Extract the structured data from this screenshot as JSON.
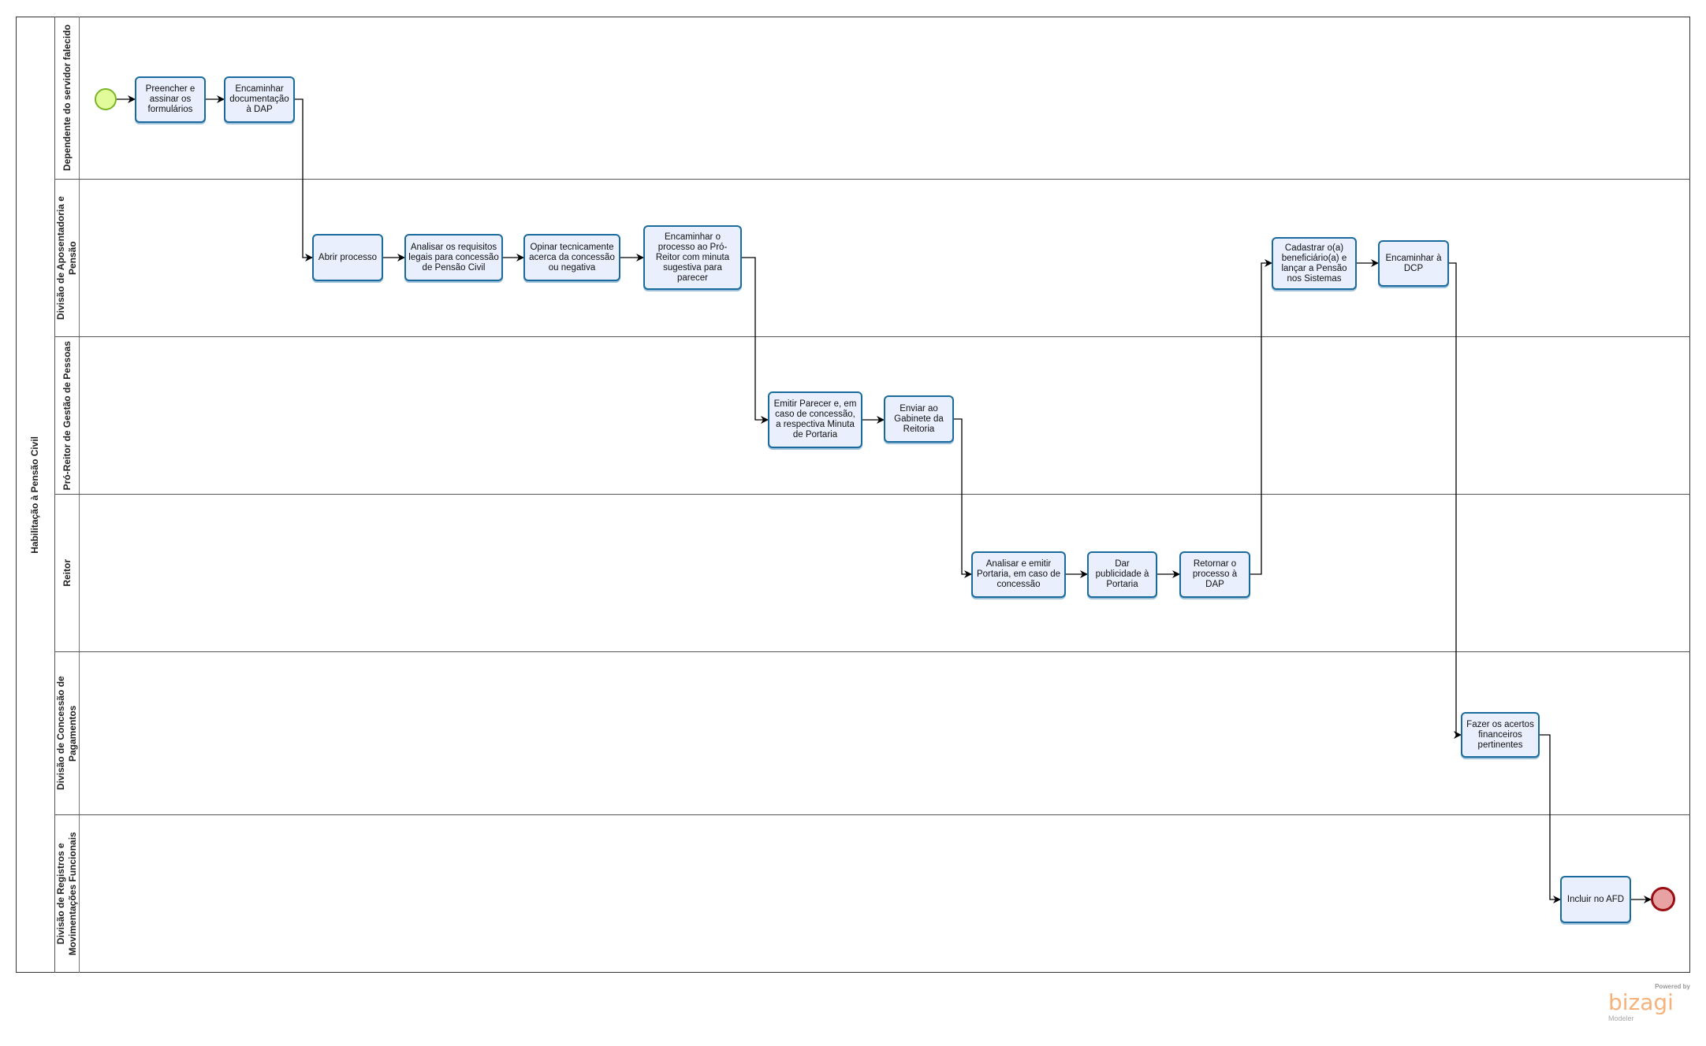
{
  "pool": {
    "title": "Habilitação à Pensão Civil"
  },
  "lanes": [
    {
      "label": "Dependente do servidor falecido"
    },
    {
      "label": "Divisão de Aposentadoria e Pensão"
    },
    {
      "label": "Pró-Reitor de Gestão de Pessoas"
    },
    {
      "label": "Reitor"
    },
    {
      "label": "Divisão de Concessão de Pagamentos"
    },
    {
      "label": "Divisão de Registros e Movimentações Funcionais"
    }
  ],
  "tasks": [
    {
      "label": "Preencher e assinar os formulários"
    },
    {
      "label": "Encaminhar documentação à DAP"
    },
    {
      "label": "Abrir processo"
    },
    {
      "label": "Analisar os requisitos legais para concessão de Pensão Civil"
    },
    {
      "label": "Opinar tecnicamente acerca da concessão ou negativa"
    },
    {
      "label": "Encaminhar o processo ao Pró-Reitor com minuta sugestiva para parecer"
    },
    {
      "label": "Emitir Parecer e, em caso de concessão, a respectiva Minuta de Portaria"
    },
    {
      "label": "Enviar ao Gabinete da Reitoria"
    },
    {
      "label": "Analisar e emitir Portaria, em caso de concessão"
    },
    {
      "label": "Dar publicidade à Portaria"
    },
    {
      "label": "Retornar o processo à DAP"
    },
    {
      "label": "Cadastrar o(a) beneficiário(a) e lançar a Pensão nos Sistemas"
    },
    {
      "label": "Encaminhar à DCP"
    },
    {
      "label": "Fazer os acertos financeiros pertinentes"
    },
    {
      "label": "Incluir no AFD"
    }
  ],
  "events": {
    "start_color": "#e2fb9a",
    "start_border": "#7ab527",
    "end_color": "#e8a2a4",
    "end_border": "#9a0f12"
  },
  "branding": {
    "powered_by": "Powered by",
    "logo": "bizagi",
    "product": "Modeler"
  }
}
